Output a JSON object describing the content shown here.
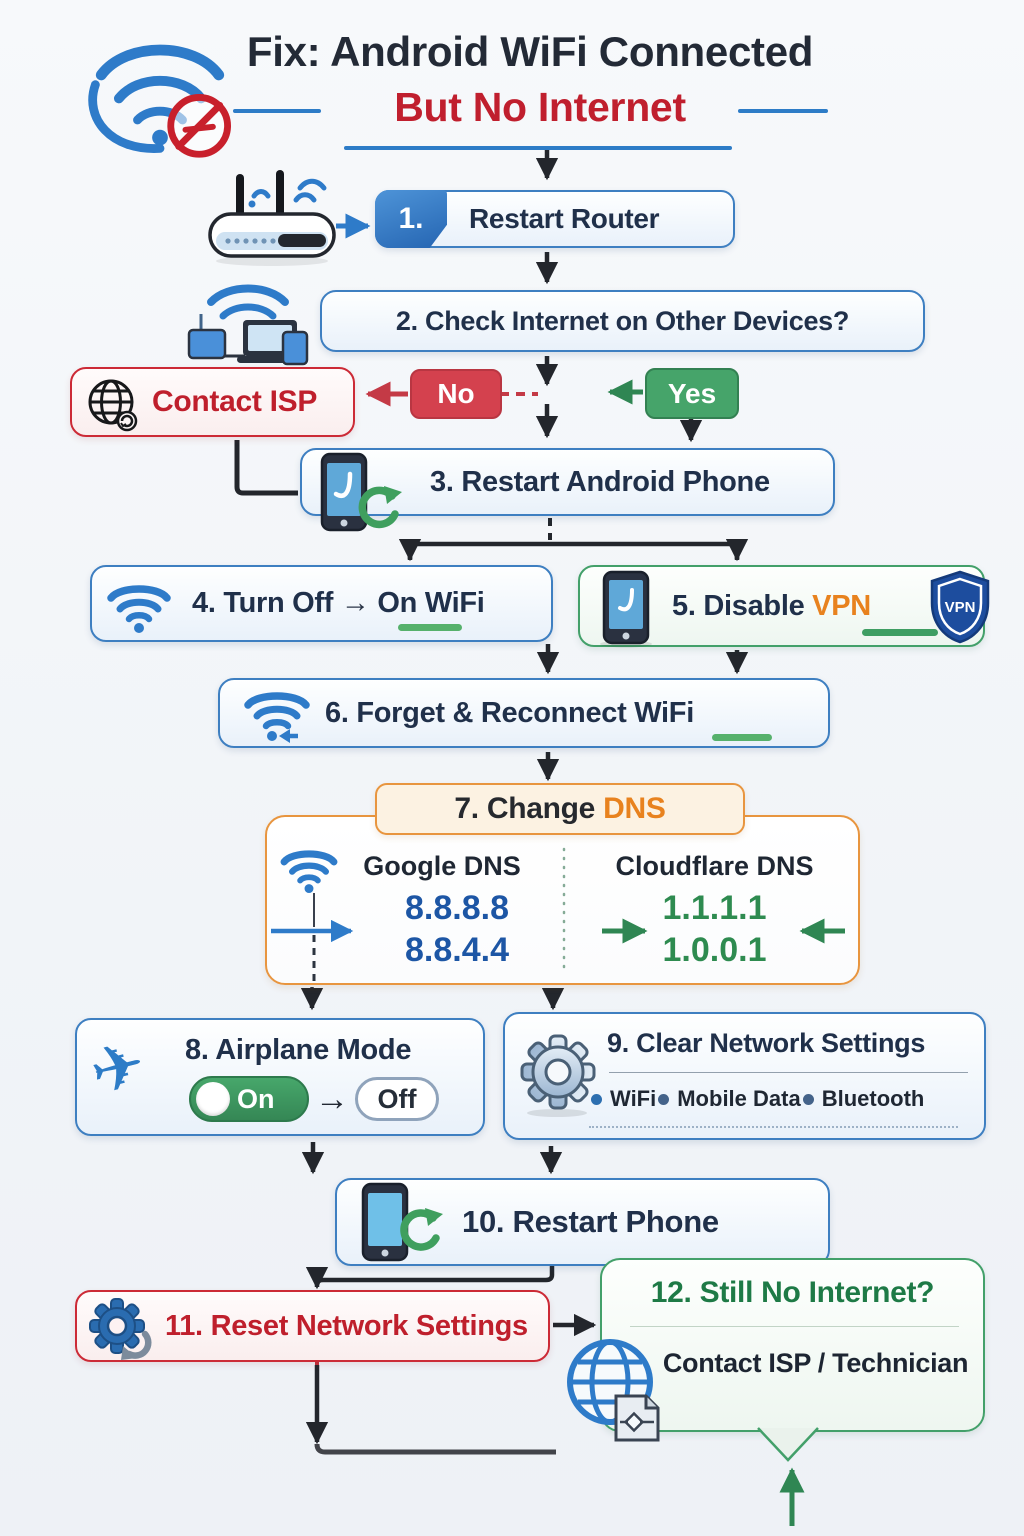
{
  "title": {
    "line1": "Fix: Android WiFi Connected",
    "line2": "But No Internet"
  },
  "flow": {
    "no_label": "No",
    "yes_label": "Yes"
  },
  "contact_isp": {
    "label": "Contact ISP"
  },
  "steps": {
    "s1": {
      "num": "1.",
      "label": "Restart Router"
    },
    "s2": {
      "label": "2. Check Internet on Other Devices?"
    },
    "s3": {
      "label": "3. Restart Android Phone"
    },
    "s4": {
      "prefix": "4. Turn Off",
      "arrow": "→",
      "suffix": "On WiFi"
    },
    "s5": {
      "prefix": "5. Disable",
      "highlight": "VPN",
      "badge": "VPN"
    },
    "s6": {
      "label": "6. Forget & Reconnect WiFi"
    },
    "s7": {
      "prefix": "7. Change",
      "highlight": "DNS",
      "google": {
        "name": "Google DNS",
        "dns1": "8.8.8.8",
        "dns2": "8.8.4.4"
      },
      "cloudflare": {
        "name": "Cloudflare DNS",
        "dns1": "1.1.1.1",
        "dns2": "1.0.0.1"
      }
    },
    "s8": {
      "label": "8. Airplane Mode",
      "on": "On",
      "arrow": "→",
      "off": "Off"
    },
    "s9": {
      "label": "9. Clear Network Settings",
      "items": [
        "WiFi",
        "Mobile Data",
        "Bluetooth"
      ]
    },
    "s10": {
      "label": "10. Restart Phone"
    },
    "s11": {
      "label": "11. Reset Network Settings"
    },
    "s12": {
      "title": "12. Still No Internet?",
      "subtitle": "Contact ISP / Technician"
    }
  },
  "colors": {
    "blue": "#2e7bc9",
    "red": "#c5212e",
    "green": "#3f9e63",
    "orange": "#e8871f",
    "navy": "#20304a"
  }
}
